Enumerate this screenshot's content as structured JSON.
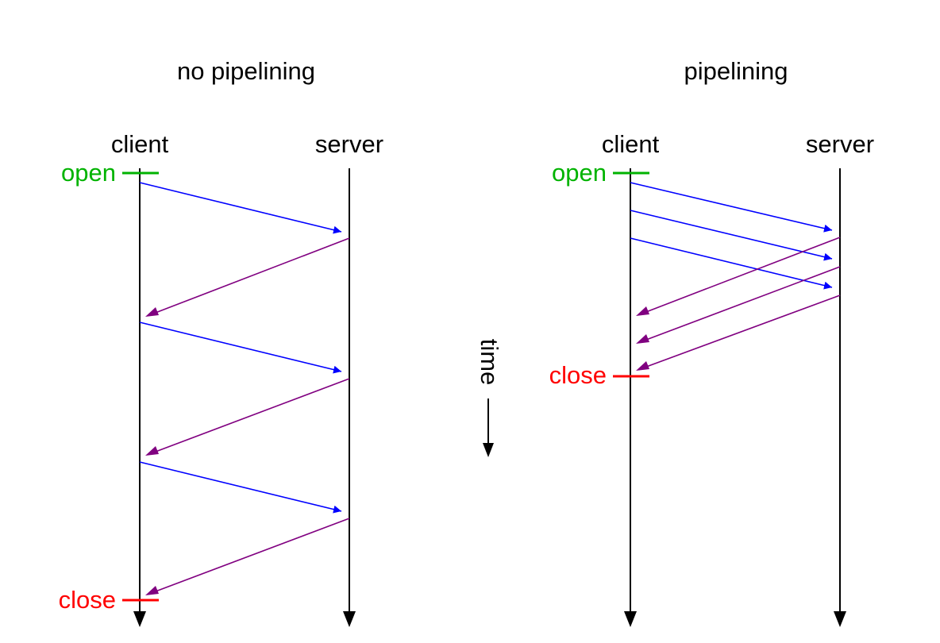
{
  "colors": {
    "lifeline": "#000000",
    "request": "#0000ff",
    "response": "#800080",
    "open": "#00b300",
    "close": "#ff0000"
  },
  "panels": {
    "no_pipelining": {
      "title": "no pipelining",
      "client_label": "client",
      "server_label": "server",
      "open_label": "open",
      "close_label": "close"
    },
    "pipelining": {
      "title": "pipelining",
      "client_label": "client",
      "server_label": "server",
      "open_label": "open",
      "close_label": "close"
    }
  },
  "time_axis": {
    "label": "time"
  }
}
